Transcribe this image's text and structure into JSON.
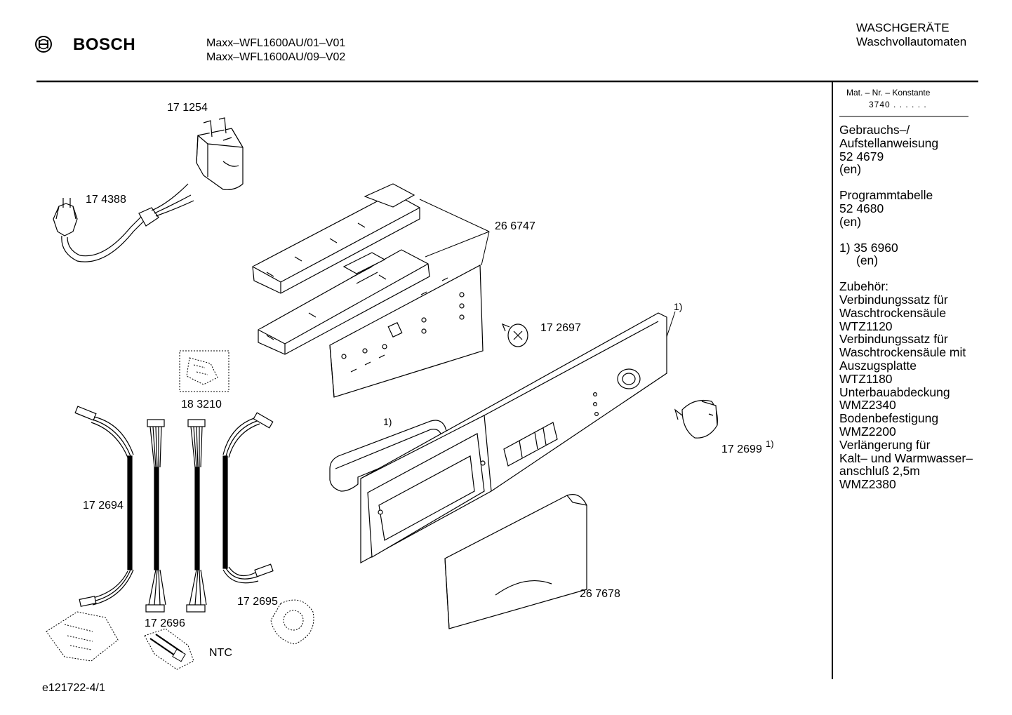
{
  "header": {
    "brand": "BOSCH",
    "model_line1": "Maxx–WFL1600AU/01–V01",
    "model_line2": "Maxx–WFL1600AU/09–V02",
    "category_title": "WASCHGERÄTE",
    "category_subtitle": "Waschvollautomaten"
  },
  "mat_box": {
    "label": "Mat. – Nr. – Konstante",
    "value": "3740 . . . . . ."
  },
  "sidebar": {
    "manual_label1": "Gebrauchs–/",
    "manual_label2": "Aufstellanweisung",
    "manual_number": "52 4679",
    "manual_lang": "(en)",
    "program_label": "Programmtabelle",
    "program_number": "52 4680",
    "program_lang": "(en)",
    "note_number": "1)  35 6960",
    "note_lang": "(en)",
    "accessories": [
      "Zubehör:",
      "Verbindungssatz für",
      "Waschtrockensäule",
      "WTZ1120",
      "Verbindungssatz für",
      "Waschtrockensäule mit",
      "Auszugsplatte",
      "WTZ1180",
      "Unterbauabdeckung",
      "WMZ2340",
      "Bodenbefestigung",
      "WMZ2200",
      "Verlängerung für",
      "Kalt– und Warmwasser–",
      "anschluß 2,5m",
      "WMZ2380"
    ]
  },
  "parts": {
    "p171254": "17 1254",
    "p174388": "17 4388",
    "p266747": "26 6747",
    "p172697": "17 2697",
    "p183210": "18 3210",
    "p172694": "17 2694",
    "p172696": "17 2696",
    "p172695": "17 2695",
    "p267678": "26 7678",
    "p172699": "17 2699",
    "ntc": "NTC",
    "note_marker": "1)"
  },
  "footer": {
    "drawing_id": "e121722-4/1"
  }
}
